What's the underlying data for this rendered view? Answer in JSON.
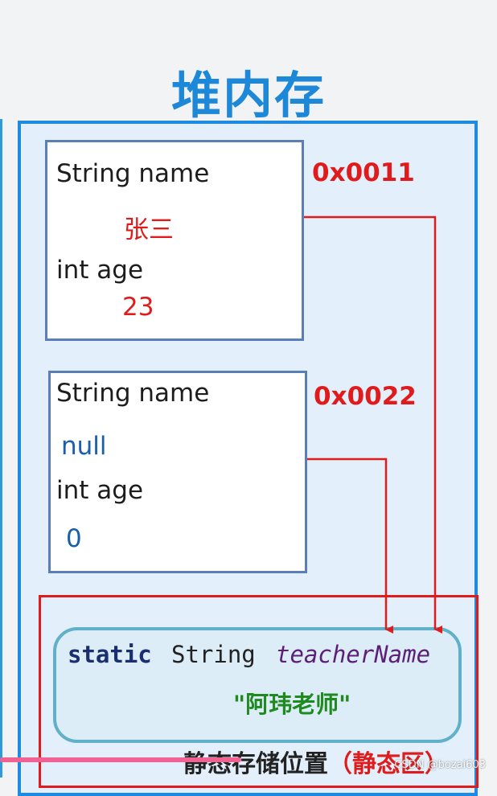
{
  "title": "堆内存",
  "objects": [
    {
      "address": "0x0011",
      "name_label": "String name",
      "name_value": "张三",
      "age_label": "int age",
      "age_value": "23"
    },
    {
      "address": "0x0022",
      "name_label": "String name",
      "name_value": "null",
      "age_label": "int age",
      "age_value": "0"
    }
  ],
  "static_field": {
    "keyword": "static",
    "type": "String",
    "variable": "teacherName",
    "value": "\"阿玮老师\""
  },
  "static_area_label": {
    "name": "静态存储位置",
    "paren": "（静态区）"
  },
  "watermark": "CSDN @bozai603",
  "colors": {
    "accent_blue": "#1e88d8",
    "pointer_red": "#e01b1b",
    "value_green": "#1f8a1f"
  }
}
